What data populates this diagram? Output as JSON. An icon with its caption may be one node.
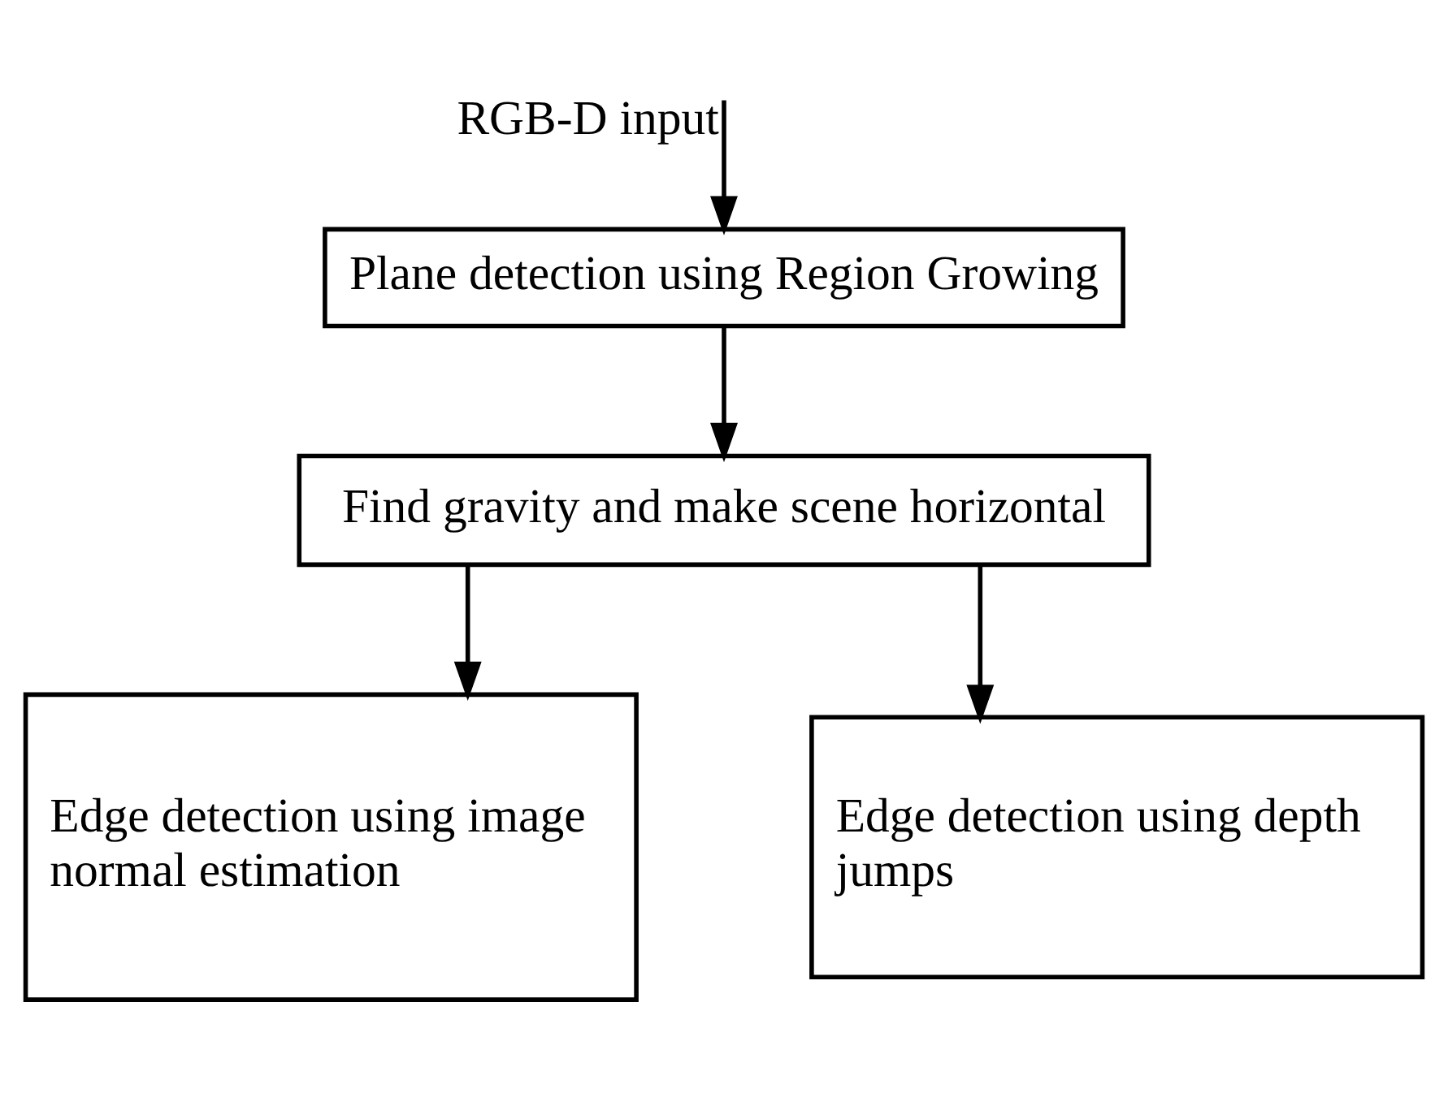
{
  "diagram": {
    "nodes": [
      {
        "text": [
          "Plane detection using Region Growing"
        ]
      },
      {
        "text": [
          "Find gravity and make scene horizontal"
        ]
      },
      {
        "text": [
          "Edge detection using image normal estimation"
        ]
      },
      {
        "text": [
          "Edge detection using depth jumps"
        ]
      }
    ],
    "edges": [
      {
        "from": null,
        "to": 0,
        "arrow": "to",
        "label": "RGB-D input"
      },
      {
        "from": 0,
        "to": 1,
        "arrow": "to"
      },
      {
        "from": 1,
        "to": 2,
        "arrow": "to"
      },
      {
        "from": 1,
        "to": 3,
        "arrow": "to"
      }
    ]
  }
}
